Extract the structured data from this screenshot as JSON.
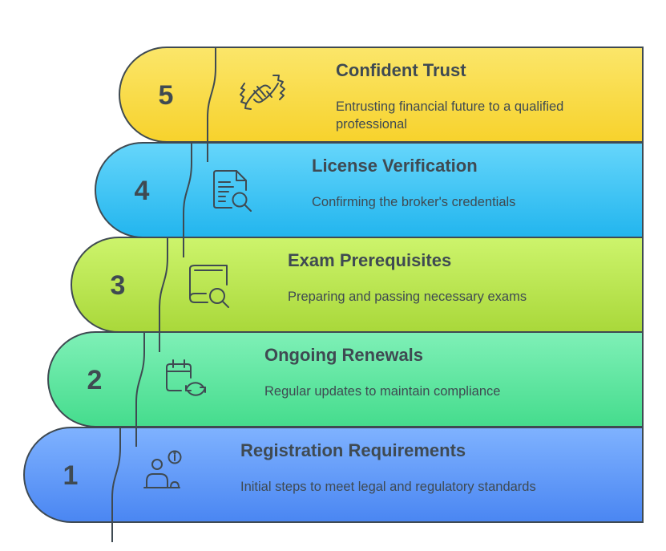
{
  "steps": [
    {
      "number": "1",
      "title": "Registration Requirements",
      "desc": [
        "Initial steps to meet legal and regulatory standards"
      ],
      "icon": "user-info-icon",
      "color_top": "#7fb2ff",
      "color_bottom": "#4a86f2"
    },
    {
      "number": "2",
      "title": "Ongoing Renewals",
      "desc": [
        "Regular updates to maintain compliance"
      ],
      "icon": "calendar-refresh-icon",
      "color_top": "#7ff0b7",
      "color_bottom": "#45dc8d"
    },
    {
      "number": "3",
      "title": "Exam Prerequisites",
      "desc": [
        "Preparing and passing necessary exams"
      ],
      "icon": "book-search-icon",
      "color_top": "#cdf46c",
      "color_bottom": "#a9d83a"
    },
    {
      "number": "4",
      "title": "License Verification",
      "desc": [
        "Confirming the broker's credentials"
      ],
      "icon": "document-search-icon",
      "color_top": "#66d6fb",
      "color_bottom": "#22b5ee"
    },
    {
      "number": "5",
      "title": "Confident Trust",
      "desc": [
        "Entrusting financial future to a qualified",
        "professional"
      ],
      "icon": "handshake-icon",
      "color_top": "#fbe66a",
      "color_bottom": "#f7d22c"
    }
  ]
}
